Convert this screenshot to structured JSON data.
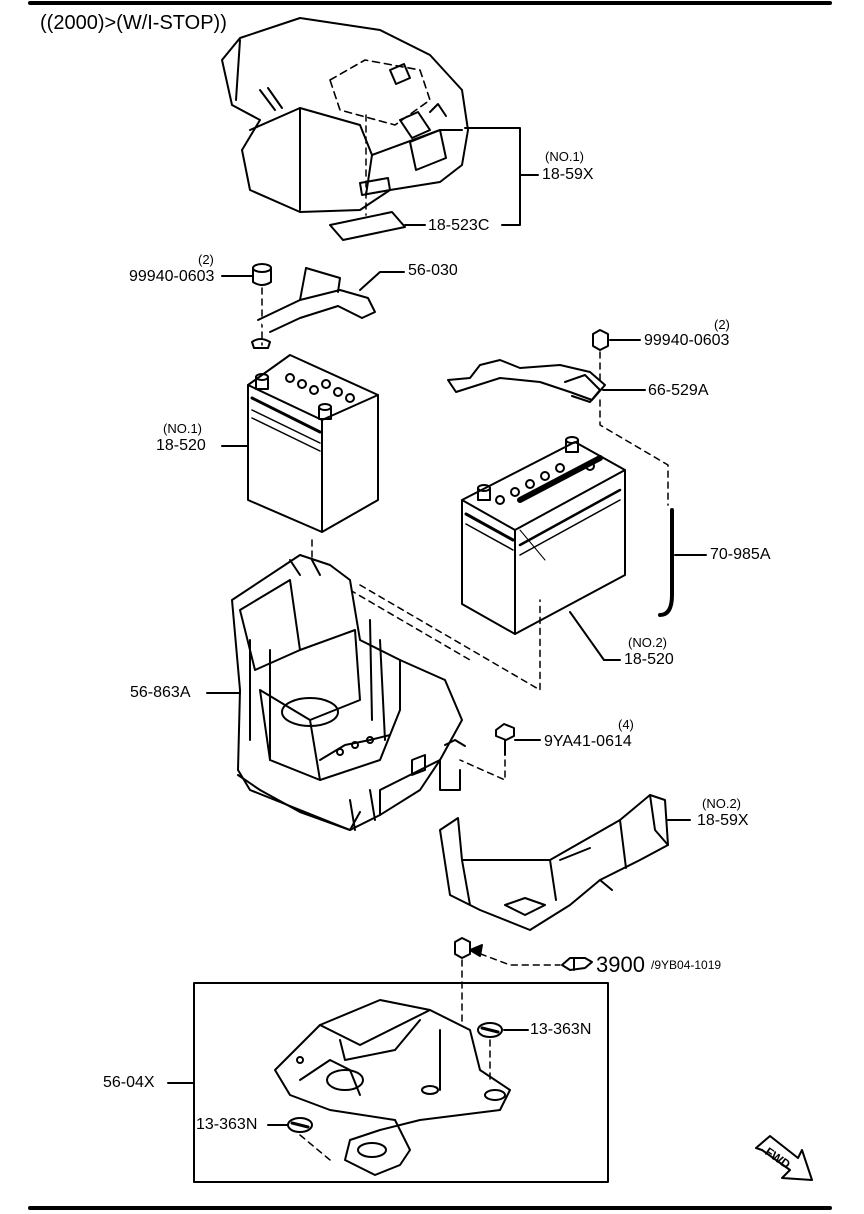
{
  "title": "((2000)>(W/I-STOP))",
  "labels": {
    "cover_qty": "(NO.1)",
    "cover_part": "18-59X",
    "cover_label": "18-523C",
    "nut_a_qty": "(2)",
    "nut_a_part": "99940-0603",
    "clamp_a": "56-030",
    "nut_b_qty": "(2)",
    "nut_b_part": "99940-0603",
    "clamp_b": "66-529A",
    "battery1_qty": "(NO.1)",
    "battery1_part": "18-520",
    "hose": "70-985A",
    "battery2_qty": "(NO.2)",
    "battery2_part": "18-520",
    "tray": "56-863A",
    "clip_qty": "(4)",
    "clip_part": "9YA41-0614",
    "cover2_qty": "(NO.2)",
    "cover2_part": "18-59X",
    "ref_number": "3900",
    "ref_part": "/9YB04-1019",
    "bracket": "56-04X",
    "bolt_right": "13-363N",
    "bolt_left": "13-363N",
    "fwd": "FWD"
  },
  "icons": [
    "hand-pointer-icon",
    "fwd-arrow-icon"
  ]
}
